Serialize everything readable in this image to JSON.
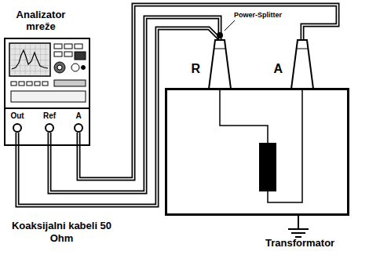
{
  "diagram": {
    "nodes": [
      {
        "text": [
          "Analizator mreže"
        ]
      },
      {
        "text": [
          "Out"
        ],
        "in": 0
      },
      {
        "text": [
          "Ref"
        ],
        "in": 0
      },
      {
        "text": [
          "A"
        ],
        "in": 0
      },
      {
        "text": [
          "R"
        ]
      },
      {
        "text": [
          "A"
        ]
      },
      {
        "text": [
          "Transformator"
        ]
      }
    ],
    "edges": [
      {
        "from": 1,
        "to": 4,
        "arrow": "none"
      },
      {
        "from": 2,
        "to": 4,
        "arrow": "none"
      },
      {
        "from": 3,
        "to": 5,
        "arrow": "none"
      }
    ],
    "labels": [
      "Power-Splitter",
      "Koaksijalni kabeli 50 Ohm"
    ]
  }
}
